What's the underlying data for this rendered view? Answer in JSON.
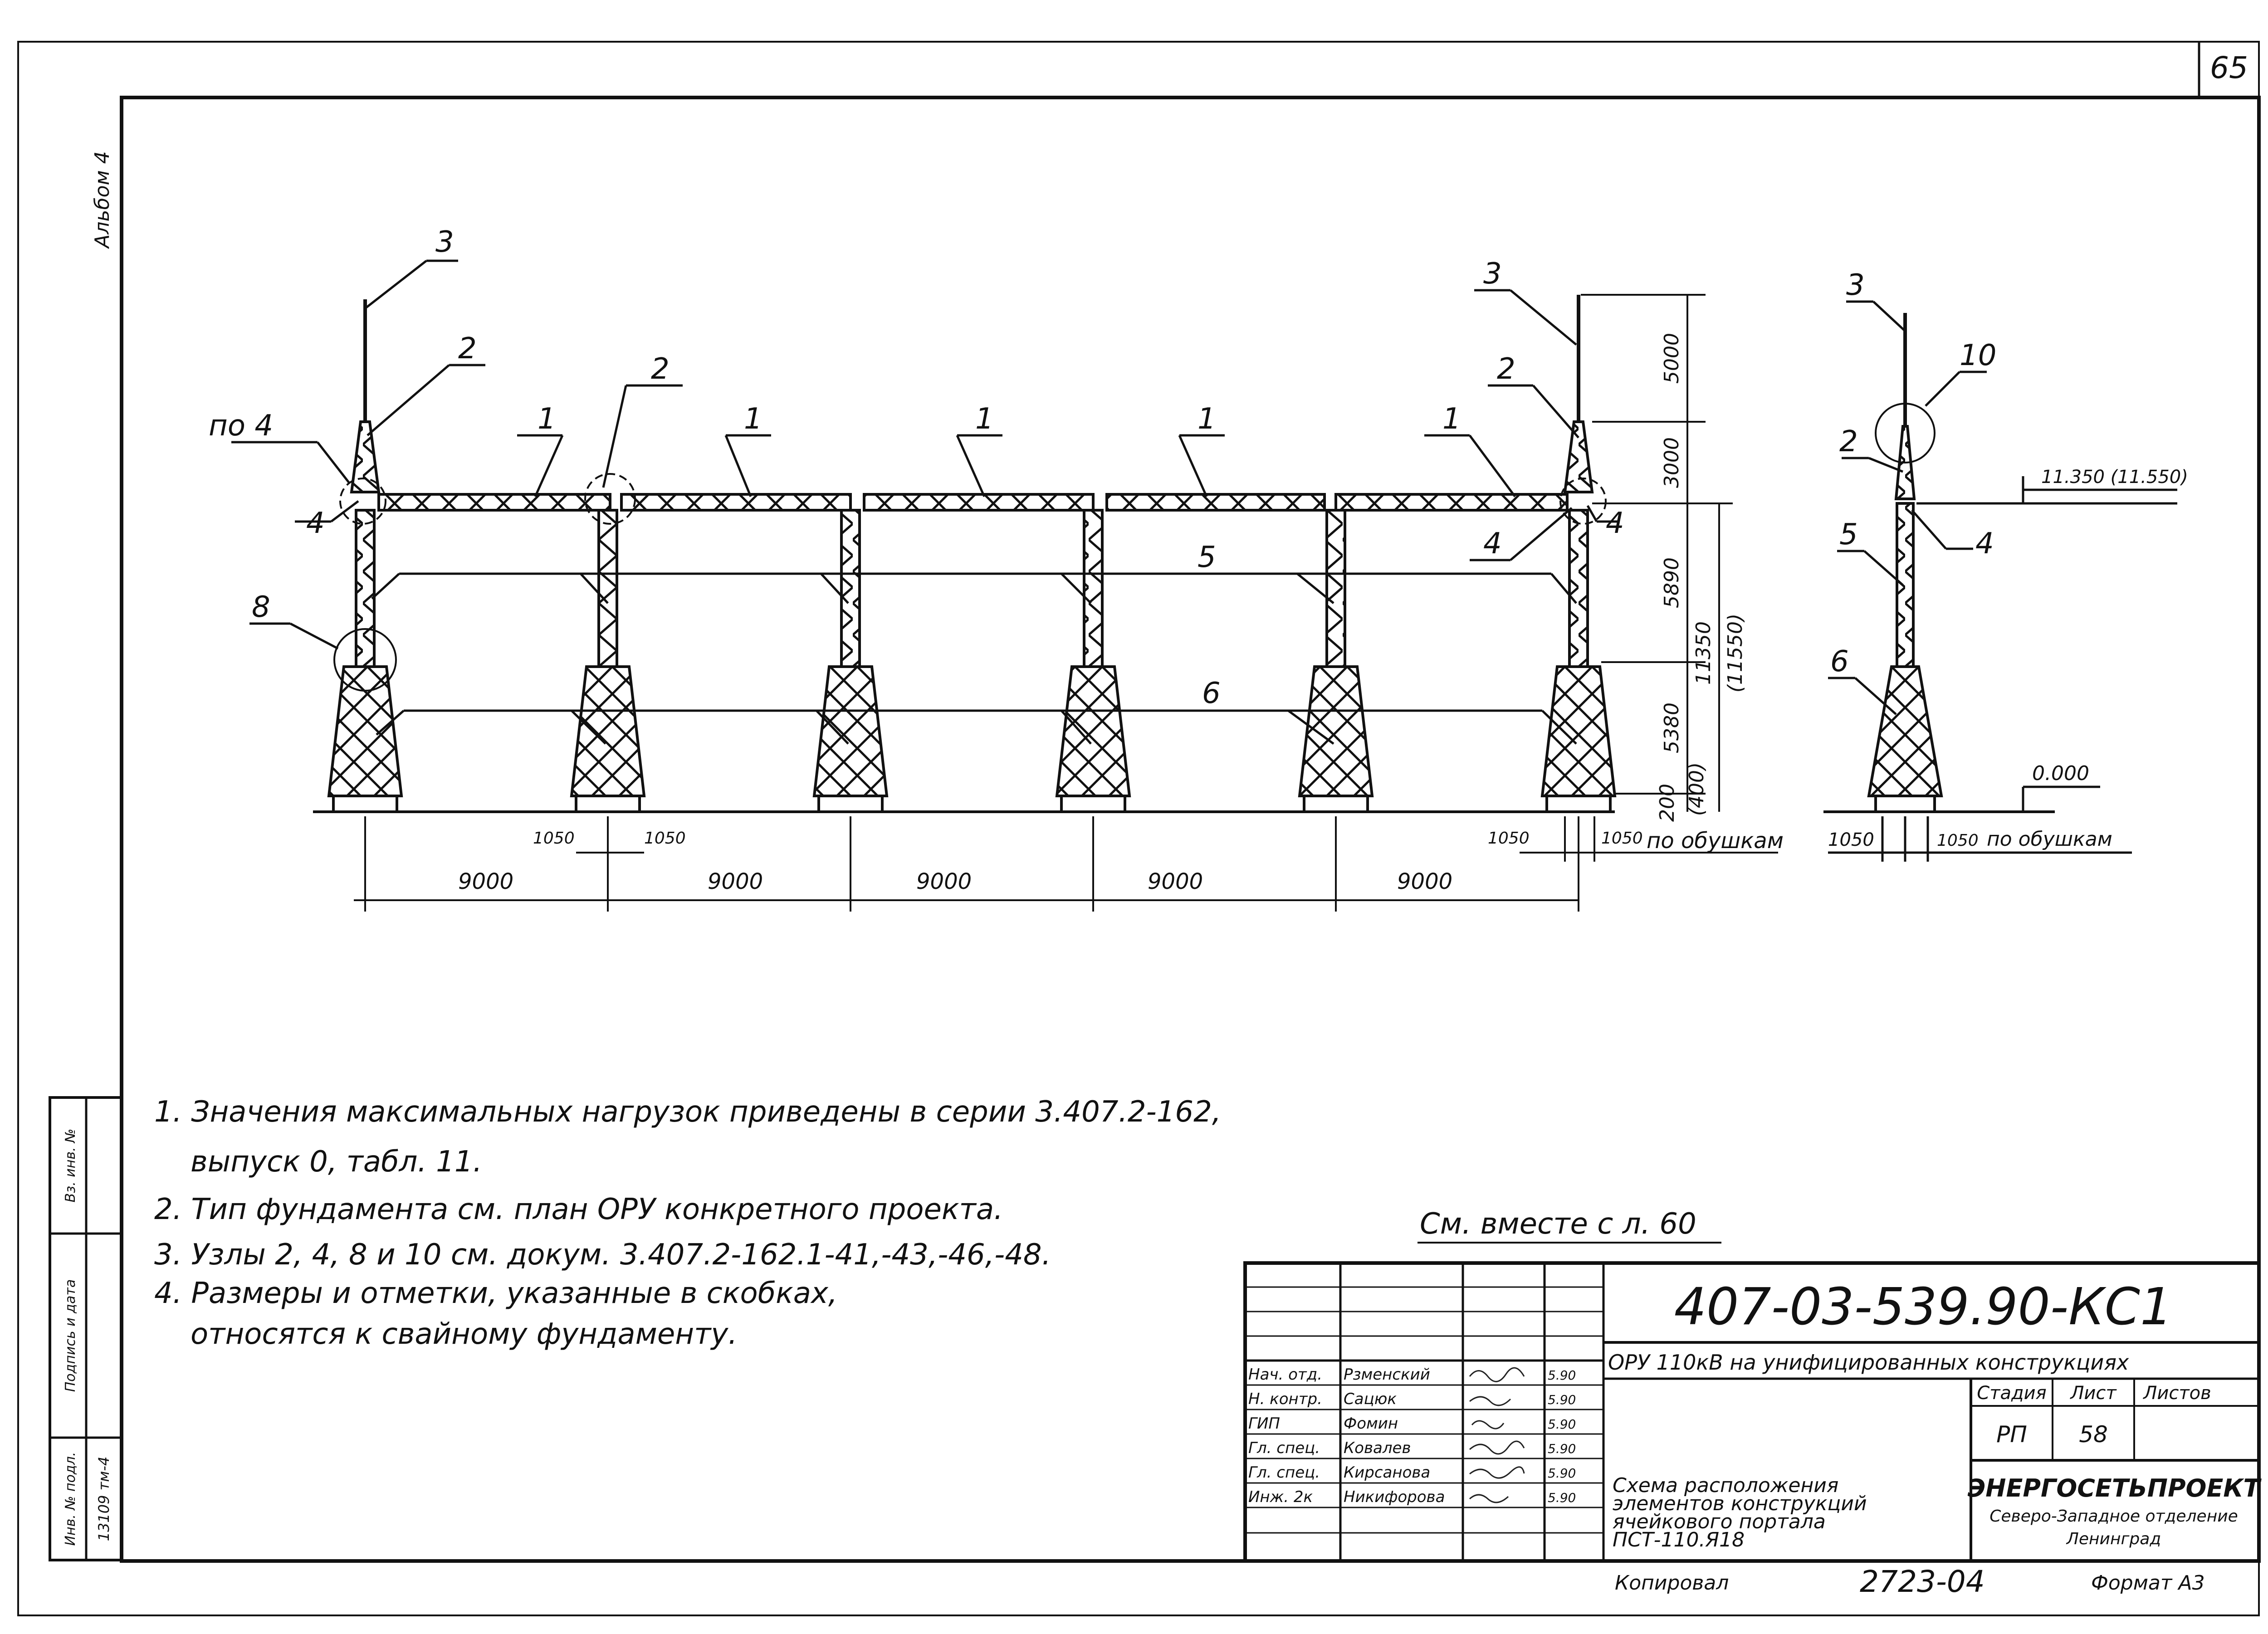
{
  "page_number": "65",
  "album_label": "Альбом 4",
  "side_stamp": {
    "inv_no_label": "Инв. № подл.",
    "inv_no_value": "13109 тм-4",
    "sign_date_label": "Подпись и дата",
    "replace_label": "Вз. инв. №"
  },
  "diagram": {
    "labels": {
      "ref_1": "1",
      "ref_2": "2",
      "ref_3": "3",
      "ref_4": "4",
      "ref_5": "5",
      "ref_6": "6",
      "ref_8": "8",
      "ref_10": "10",
      "po4": "по 4"
    },
    "dims": {
      "span": "9000",
      "d5000": "5000",
      "d3000": "3000",
      "d5890": "5890",
      "d5380": "5380",
      "d200": "200",
      "d400": "(400)",
      "d11350": "11350",
      "d11550": "(11550)",
      "d1050": "1050",
      "po_obushkam": "по обушкам",
      "elev_top": "11.350 (11.550)",
      "elev_zero": "0.000"
    }
  },
  "notes": [
    "1. Значения максимальных нагрузок приведены в серии 3.407.2-162,",
    "выпуск 0, табл. 11.",
    "2. Тип фундамента см. план ОРУ конкретного проекта.",
    "3. Узлы 2, 4, 8 и 10 см. докум. 3.407.2-162.1-41,-43,-46,-48.",
    "4. Размеры и отметки, указанные в скобках,",
    "относятся к свайному фундаменту."
  ],
  "see_also": "См. вместе с л. 60",
  "title_block": {
    "doc_code": "407-03-539.90-КС1",
    "project": "ОРУ 110кВ на унифицированных конструкциях",
    "stage_hdr": "Стадия",
    "sheet_hdr": "Лист",
    "sheets_hdr": "Листов",
    "stage": "РП",
    "sheet": "58",
    "drawing_title": [
      "Схема расположения",
      "элементов конструкций",
      "ячейкового портала",
      "ПСТ-110.Я18"
    ],
    "org": "ЭНЕРГОСЕТЬПРОЕКТ",
    "org_branch": "Северо-Западное отделение",
    "org_city": "Ленинград",
    "people": [
      {
        "role": "Нач. отд.",
        "name": "Рзменский",
        "date": "5.90"
      },
      {
        "role": "Н. контр.",
        "name": "Сацюк",
        "date": "5.90"
      },
      {
        "role": "ГИП",
        "name": "Фомин",
        "date": "5.90"
      },
      {
        "role": "Гл. спец.",
        "name": "Ковалев",
        "date": "5.90"
      },
      {
        "role": "Гл. спец.",
        "name": "Кирсанова",
        "date": "5.90"
      },
      {
        "role": "Инж. 2к",
        "name": "Никифорова",
        "date": "5.90"
      }
    ],
    "copied_label": "Копировал",
    "order_no": "2723-04",
    "format": "Формат А3"
  }
}
